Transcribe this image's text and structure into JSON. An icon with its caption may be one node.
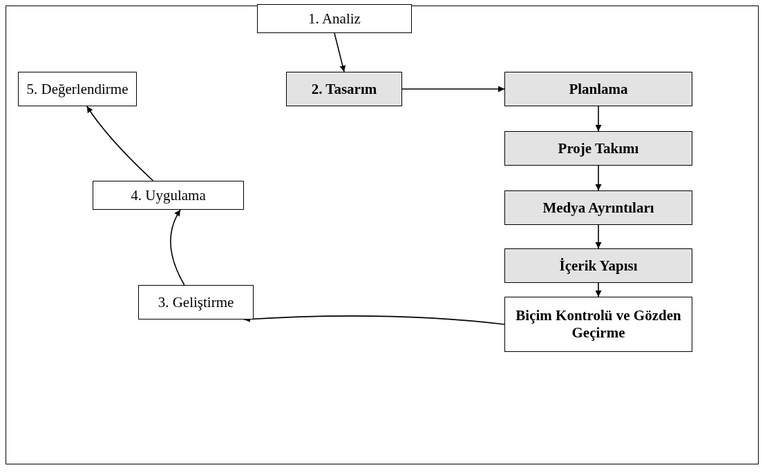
{
  "diagram": {
    "nodes": [
      {
        "text": [
          "1. Analiz"
        ]
      },
      {
        "text": [
          "2. Tasarım"
        ]
      },
      {
        "text": [
          "Planlama"
        ]
      },
      {
        "text": [
          "Proje Takımı"
        ]
      },
      {
        "text": [
          "Medya Ayrıntıları"
        ]
      },
      {
        "text": [
          "İçerik Yapısı"
        ]
      },
      {
        "text": [
          "Biçim Kontrolü ve Gözden Geçirme"
        ]
      },
      {
        "text": [
          "5. Değerlendirme"
        ]
      },
      {
        "text": [
          "4. Uygulama"
        ]
      },
      {
        "text": [
          "3. Geliştirme"
        ]
      }
    ],
    "edges": [
      {
        "from": 0,
        "to": 1,
        "arrow": "to"
      },
      {
        "from": 1,
        "to": 2,
        "arrow": "to"
      },
      {
        "from": 2,
        "to": 3,
        "arrow": "to"
      },
      {
        "from": 3,
        "to": 4,
        "arrow": "to"
      },
      {
        "from": 4,
        "to": 5,
        "arrow": "to"
      },
      {
        "from": 5,
        "to": 6,
        "arrow": "to"
      },
      {
        "from": 6,
        "to": 9,
        "arrow": "to"
      },
      {
        "from": 9,
        "to": 8,
        "arrow": "to"
      },
      {
        "from": 8,
        "to": 7,
        "arrow": "to"
      }
    ]
  }
}
